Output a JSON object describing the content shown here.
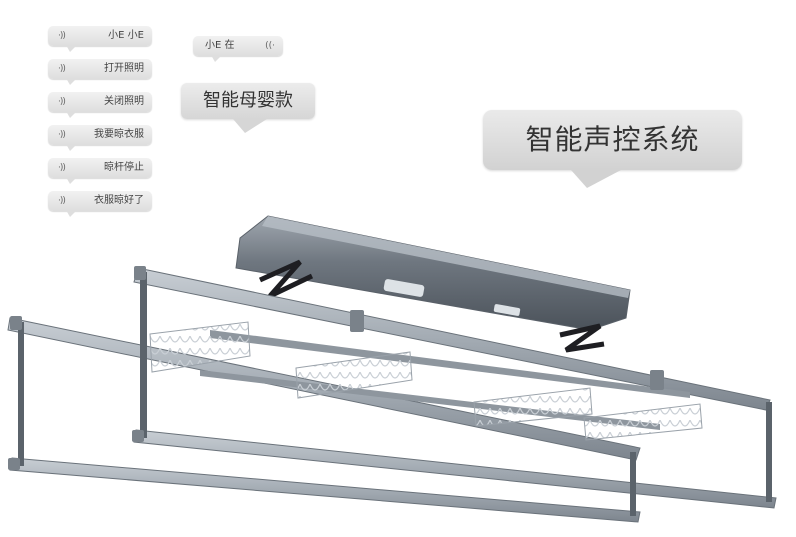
{
  "commands": [
    {
      "text": "小E 小E",
      "icon": "sound-wave-icon"
    },
    {
      "text": "打开照明",
      "icon": "sound-wave-icon"
    },
    {
      "text": "关闭照明",
      "icon": "sound-wave-icon"
    },
    {
      "text": "我要晾衣服",
      "icon": "sound-wave-icon"
    },
    {
      "text": "晾杆停止",
      "icon": "sound-wave-icon"
    },
    {
      "text": "衣服晾好了",
      "icon": "sound-wave-icon"
    }
  ],
  "device_reply": {
    "text": "小E 在",
    "icon": "sound-wave-icon"
  },
  "model_label": "智能母婴款",
  "system_label": "智能声控系统",
  "wave_glyph": "·))",
  "wave_glyph_reverse": "((·",
  "colors": {
    "bubble": "#dedede",
    "rail": "#a9b0b8",
    "rail_dark": "#7d858e",
    "scissor": "#1e1e22"
  }
}
